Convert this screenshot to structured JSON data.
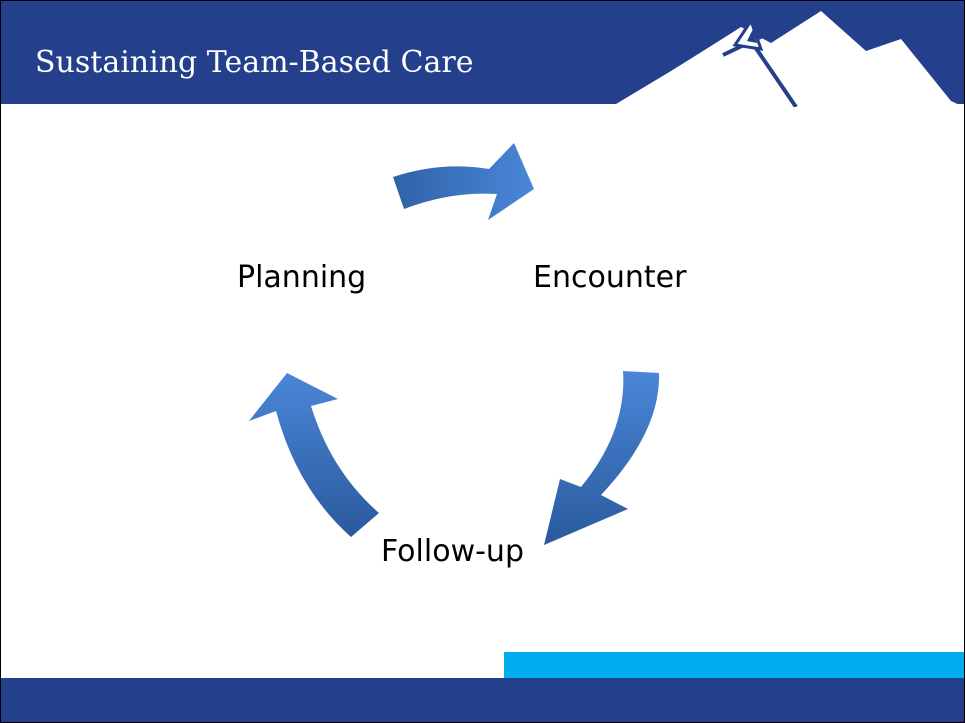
{
  "slide": {
    "title": "Sustaining Team-Based Care"
  },
  "cycle": {
    "steps": [
      "Planning",
      "Encounter",
      "Follow-up"
    ]
  },
  "colors": {
    "header": "#243f8c",
    "footer": "#243f8c",
    "accent": "#00aeef",
    "arrow_light": "#4a86d8",
    "arrow_dark": "#2a5a9c"
  }
}
